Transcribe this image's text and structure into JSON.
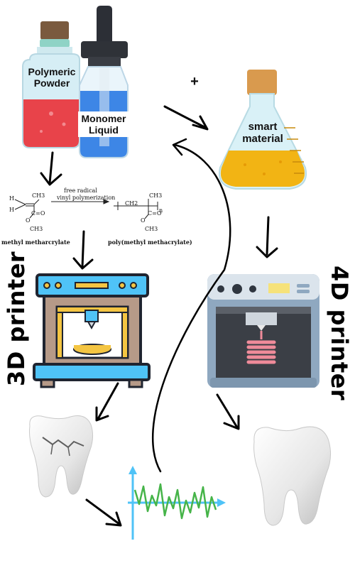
{
  "labels": {
    "polymeric_powder_line1": "Polymeric",
    "polymeric_powder_line2": "Powder",
    "monomer_liquid_line1": "Monomer",
    "monomer_liquid_line2": "Liquid",
    "plus": "+",
    "smart_material_line1": "smart",
    "smart_material_line2": "material",
    "printer_3d": "3D printer",
    "printer_4d": "4D printer"
  },
  "chemistry": {
    "reaction_line1": "free radical",
    "reaction_line2": "vinyl polymerization",
    "reactant_name": "methyl metharcrylate",
    "product_name": "poly(methyl methacrylate)",
    "ch3": "CH3",
    "h": "H",
    "o": "O",
    "c_eq_o": "C=O",
    "n": "n",
    "ch2": "CH2"
  },
  "colors": {
    "powder_red": "#e8434a",
    "liquid_blue": "#3d86e6",
    "smart_yellow": "#f2b414",
    "printer3d_blue": "#4fc3f7",
    "printer3d_frame": "#f4c542",
    "printer4d_gray": "#8fa8c0",
    "signal_green": "#46b449",
    "signal_axis": "#4fc3f7"
  }
}
